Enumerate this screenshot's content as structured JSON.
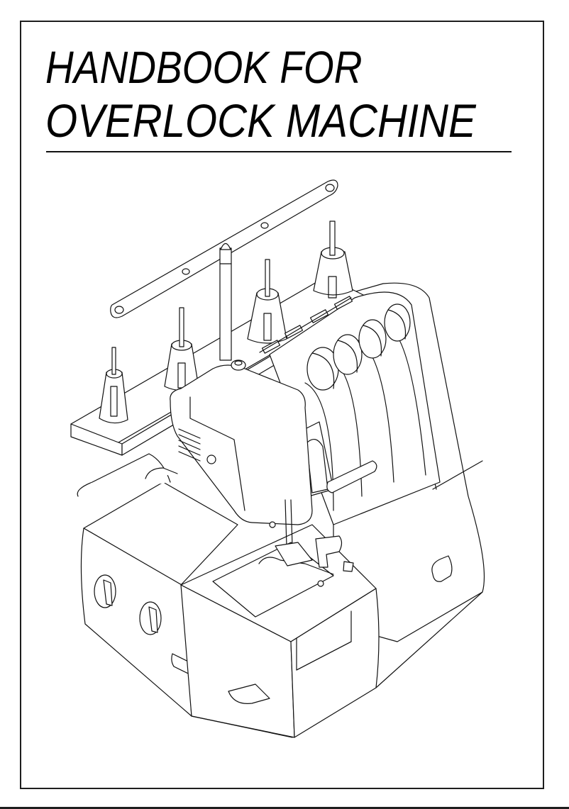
{
  "document": {
    "type": "manual-cover",
    "title_line_1": "HANDBOOK FOR",
    "title_line_2": "OVERLOCK MACHINE",
    "illustration": {
      "subject": "overlock-machine-line-drawing",
      "parts": [
        "thread-guide-bar",
        "thread-tree-pole",
        "spool-pin-1",
        "spool-pin-2",
        "spool-pin-3",
        "spool-pin-4",
        "spool-base",
        "tension-dial-1",
        "tension-dial-2",
        "tension-dial-3",
        "tension-dial-4",
        "front-cover",
        "presser-foot",
        "needle-plate",
        "stitch-length-dial",
        "differential-feed-dial",
        "handwheel",
        "free-arm"
      ]
    }
  },
  "colors": {
    "ink": "#111111",
    "paper": "#ffffff",
    "frame": "#1e1e1e"
  }
}
